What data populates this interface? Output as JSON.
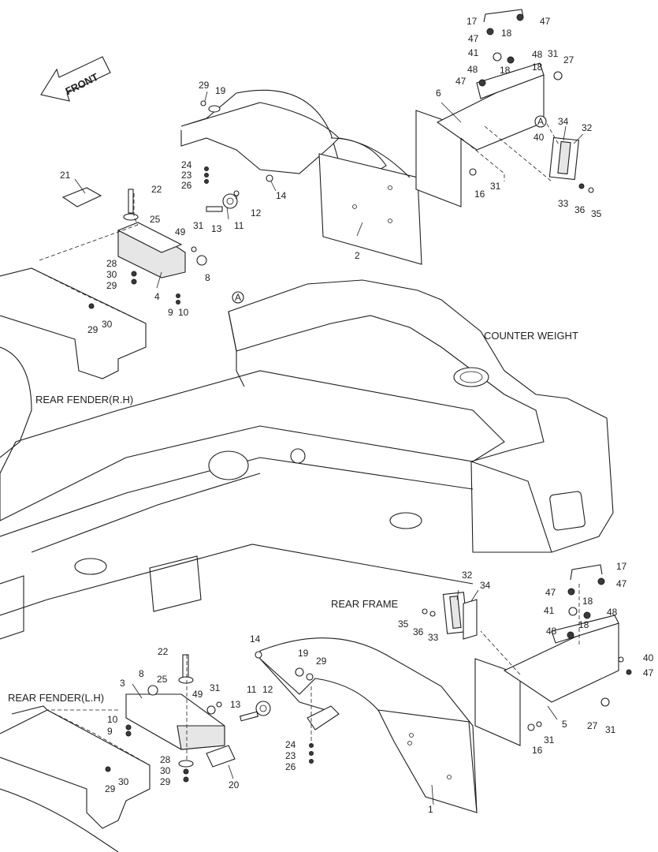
{
  "labels": {
    "front": "FRONT",
    "counter_weight": "COUNTER WEIGHT",
    "rear_fender_rh": "REAR FENDER(R.H)",
    "rear_fender_lh": "REAR FENDER(L.H)",
    "rear_frame": "REAR FRAME"
  },
  "callouts": {
    "p1": "1",
    "p2": "2",
    "p3": "3",
    "p4": "4",
    "p5": "5",
    "p6": "6",
    "p8a": "8",
    "p8b": "8",
    "p9a": "9",
    "p9b": "9",
    "p10a": "10",
    "p10b": "10",
    "p11a": "11",
    "p11b": "11",
    "p12a": "12",
    "p12b": "12",
    "p13a": "13",
    "p13b": "13",
    "p14a": "14",
    "p14b": "14",
    "p16a": "16",
    "p16b": "16",
    "p17a": "17",
    "p17b": "17",
    "p18a": "18",
    "p18b": "18",
    "p18c": "18",
    "p18d": "18",
    "p19a": "19",
    "p19b": "19",
    "p20": "20",
    "p21": "21",
    "p22a": "22",
    "p22b": "22",
    "p23a": "23",
    "p23b": "23",
    "p24a": "24",
    "p24b": "24",
    "p25a": "25",
    "p25b": "25",
    "p26a": "26",
    "p26b": "26",
    "p27a": "27",
    "p27b": "27",
    "p28a": "28",
    "p28b": "28",
    "p29a": "29",
    "p29b": "29",
    "p29c": "29",
    "p29d": "29",
    "p29e": "29",
    "p29f": "29",
    "p30a": "30",
    "p30b": "30",
    "p30c": "30",
    "p30d": "30",
    "p31a": "31",
    "p31b": "31",
    "p31c": "31",
    "p31d": "31",
    "p31e": "31",
    "p31f": "31",
    "p32a": "32",
    "p32b": "32",
    "p33a": "33",
    "p33b": "33",
    "p34a": "34",
    "p34b": "34",
    "p35a": "35",
    "p35b": "35",
    "p36a": "36",
    "p36b": "36",
    "p40a": "40",
    "p40b": "40",
    "p41a": "41",
    "p41b": "41",
    "p47a": "47",
    "p47b": "47",
    "p47c": "47",
    "p47d": "47",
    "p47e": "47",
    "p48a": "48",
    "p48b": "48",
    "p48c": "48",
    "p48d": "48",
    "p49a": "49",
    "p49b": "49",
    "refA1": "A",
    "refA2": "A"
  }
}
